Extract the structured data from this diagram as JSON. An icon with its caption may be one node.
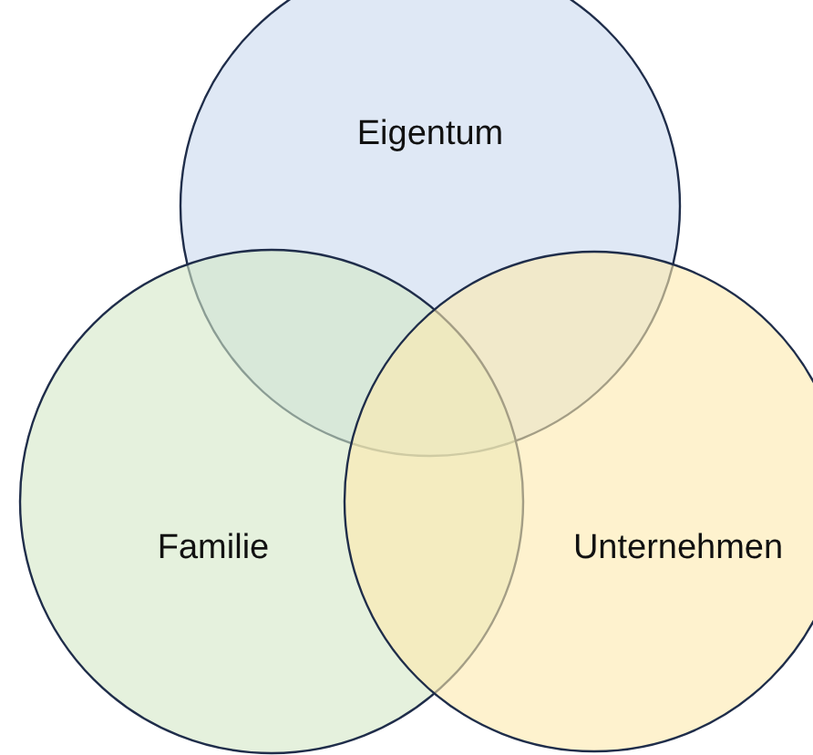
{
  "diagram": {
    "nodes": [
      {
        "text": [
          "Eigentum"
        ]
      },
      {
        "text": [
          "Familie"
        ]
      },
      {
        "text": [
          "Unternehmen"
        ]
      }
    ]
  }
}
